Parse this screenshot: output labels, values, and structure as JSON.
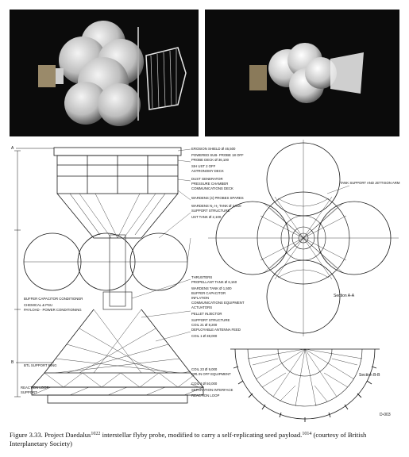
{
  "figure": {
    "caption": {
      "number": "Figure 3.33.",
      "name": "Project Daedalus",
      "ref1": "1022",
      "text1": "interstellar flyby probe, modified to carry a self-replicating seed payload.",
      "ref2": "1014",
      "text2": "(courtesy of British Interplanetary Society)"
    },
    "drawing": {
      "side_labels": [
        "EROSION SHIELD Ø 46,500",
        "POWERED SUB- PROBE 18 OFF",
        "PROBE DECK Ø 36,100",
        "SIH UST 2 OFF",
        "ASTRONOMY DECK",
        "DUST GENERATOR",
        "PRESSURE CHAMBER",
        "COMMUNICATIONS DECK",
        "WARDENS (4) PROBES SPARES",
        "WARDENS N₂ H₂ TANK Ø 2,510",
        "SUPPORT STRUCTURE",
        "UST TANK Ø 2,100",
        "THRUSTERS",
        "PROPELLANT TANK Ø 6,160",
        "WARDENS TANK Ø 1,500",
        "BUFFER CAPACITOR",
        "INFLATION",
        "COMMUNICATIONS EQUIPMENT",
        "ACTUATORS",
        "PELLET INJECTOR",
        "SUPPORT STRUCTURE",
        "COIL 21 Ø 8,200",
        "DEPLOYABLE ANTENNA FEED",
        "COIL 1 Ø 38,000",
        "COIL 23 Ø 9,000",
        "BTL IN OFF EQUIPMENT",
        "COIL 3 Ø 50,000",
        "SEPARATION INTERFACE",
        "REACTION LOOP"
      ],
      "left_labels": [
        "BUFFER CAPACITOR CONDITIONER",
        "CHEMICAL & PSU",
        "PAYLOAD - POWER CONDITIONING",
        "BTL SUPPORT RING",
        "REACTION LOOP",
        "SUPPORT"
      ],
      "top_right_label": "TANK SUPPORT AND JETTISON ARM",
      "section_a": "Section A-A",
      "section_b": "Section B-B",
      "drawing_no": "D-003",
      "marker_a": "A",
      "marker_b": "B"
    }
  }
}
